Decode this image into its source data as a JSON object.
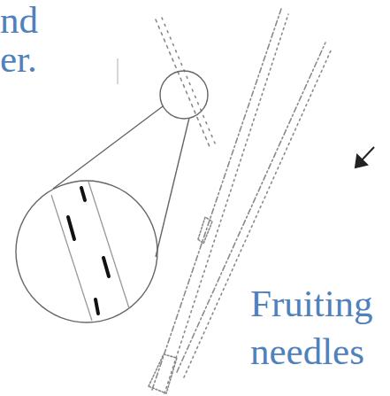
{
  "diagram": {
    "labels": [
      "nd",
      "er.",
      "Fruiting",
      "needles"
    ]
  }
}
